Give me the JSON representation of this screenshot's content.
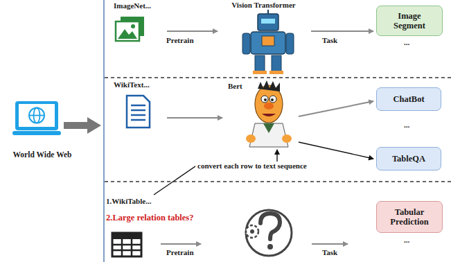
{
  "diagram": {
    "nodes": [
      {
        "text": [
          "World Wide Web"
        ]
      },
      {
        "text": [
          "ImageNet..."
        ]
      },
      {
        "text": [
          "Vision Transformer"
        ]
      },
      {
        "text": [
          "Image Segment"
        ]
      },
      {
        "text": [
          "WikiText..."
        ]
      },
      {
        "text": [
          "Bert"
        ]
      },
      {
        "text": [
          "ChatBot"
        ]
      },
      {
        "text": [
          "TableQA"
        ]
      },
      {
        "text": [
          "Tabular Prediction"
        ]
      },
      {
        "text": [
          "1.WikiTable...",
          "2.Large relation tables?"
        ]
      }
    ],
    "edges": [
      {
        "from": 1,
        "to": 2,
        "label": "Pretrain",
        "arrow": "to"
      },
      {
        "from": 2,
        "to": 3,
        "label": "Task",
        "arrow": "to"
      },
      {
        "from": 4,
        "to": 5,
        "arrow": "to"
      },
      {
        "from": 5,
        "to": 6,
        "arrow": "to"
      },
      {
        "from": 5,
        "to": 7,
        "arrow": "to"
      },
      {
        "from": 9,
        "to": 5,
        "label": "convert each row to text sequence",
        "arrow": "to"
      }
    ],
    "labels": [
      "...",
      "...",
      "...",
      "Pretrain",
      "Task"
    ]
  }
}
